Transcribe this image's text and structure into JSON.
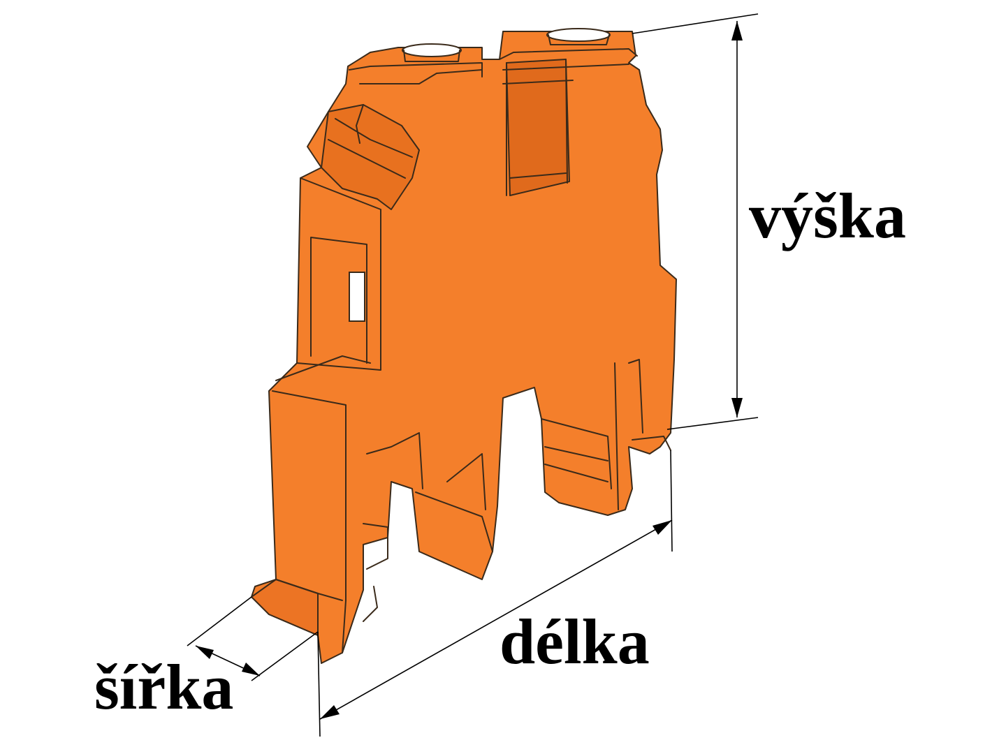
{
  "diagram": {
    "labels": {
      "height": "výška",
      "length": "délka",
      "width": "šířka"
    },
    "colors": {
      "body": "#f47f2b",
      "body_shade": "#e8711f",
      "outline": "#3a2a1a",
      "dimension_line": "#000000",
      "background": "#ffffff",
      "screw_hole": "#ffffff"
    }
  }
}
